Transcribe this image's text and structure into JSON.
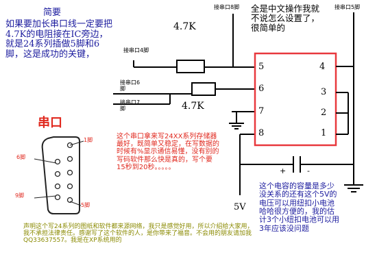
{
  "colors": {
    "wire": "#000000",
    "chip": "#e8383d",
    "note_blue": "#1b1b9e",
    "note_red": "#e0281e",
    "note_olive": "#8a8a00"
  },
  "notes": {
    "title": "简要",
    "intro": "如果要加长串口线一定要把4.7K的电阻接在IC旁边，就是24系列插做5脚和6脚，这是成功的关键，",
    "chinese_ui": "全是中文操作我就不说怎么设置了，很简单的",
    "serial_heading": "串口",
    "software": "这个串口拿来写24XX系列存储器最好，既简单又稳定，在写数据的时候有%显示通信易懂，没有别的写码软件那么快是真的，写个要15秒到20秒。。。。。",
    "capacitor": "这个电容的容量是多少没关系的还有这个5V的电压可以用纽扣小电池哈哈很方便的，我的估计3个小纽扣电池可以用3年应该没问题",
    "disclaimer": "声明这个写24系列的图纸和软件都来源网络，我只是感觉好用，所以介绍给大家用，我不承担法律责任。感谢写了这个软件的人，是你带来了福音。不会用的朋友请加我QQ33637557。我是在XP系统用的"
  },
  "labels": {
    "r_top": "4.7K",
    "r_bottom": "4.7K",
    "pin8": "接串口8脚",
    "pin5": "接串口5脚",
    "pin4": "接串口4脚",
    "pin6": "接串口6\n脚",
    "pin7": "接串口7\n脚",
    "v5": "5V",
    "plus": "+",
    "minus": "-",
    "db9_pin1": "1脚",
    "db9_pin6": "6脚",
    "db9_pin9": "9脚",
    "db9_pin5": "5脚"
  },
  "chip_pins": {
    "left": [
      "5",
      "6",
      "7",
      "8"
    ],
    "right": [
      "4",
      "3",
      "2",
      "1"
    ]
  }
}
